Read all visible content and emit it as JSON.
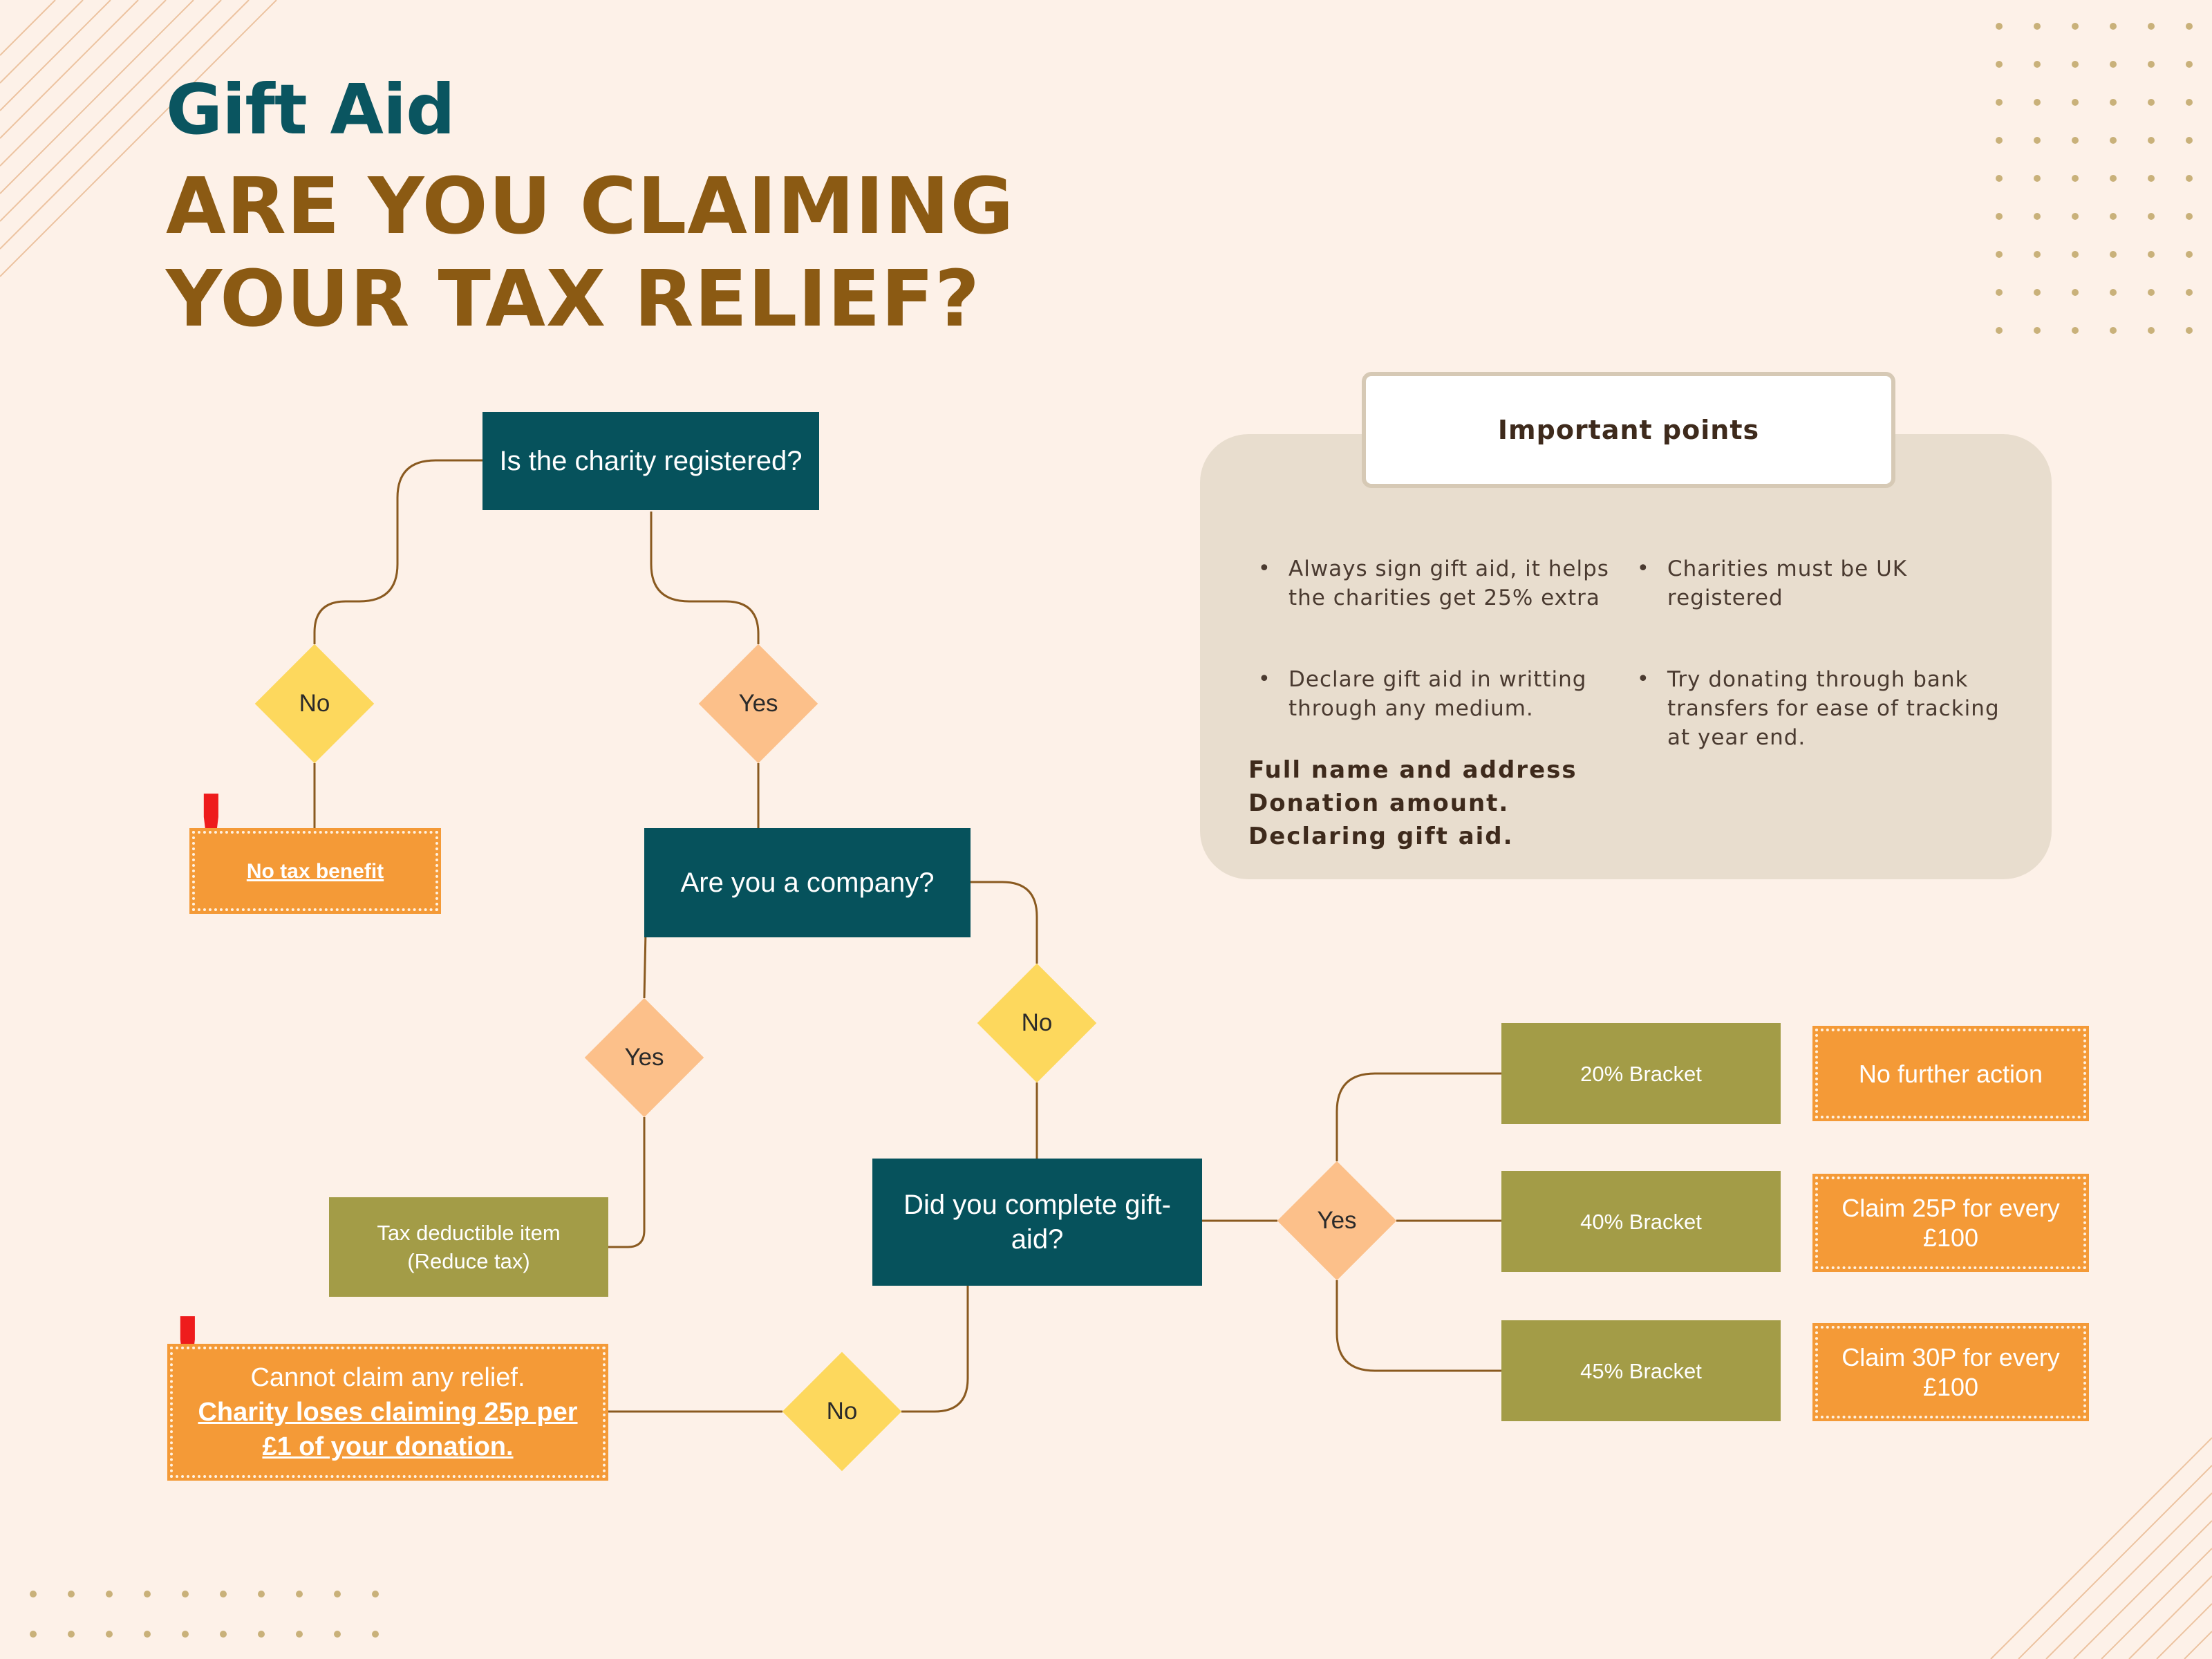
{
  "title": "Gift Aid",
  "subtitle": "ARE YOU CLAIMING YOUR TAX RELIEF?",
  "colors": {
    "background": "#fdf1e8",
    "title": "#0a5560",
    "subtitle": "#8b5a13",
    "question_box": "#06525c",
    "bracket_box": "#a39c47",
    "outcome_box": "#f49a37",
    "no_diamond": "#fdd85d",
    "yes_diamond": "#fcc08a",
    "connector": "#8a5a20",
    "warning": "#ee1c1c",
    "panel": "#e8ddce"
  },
  "flowchart": {
    "q_registered": "Is the charity registered?",
    "d_registered_no": "No",
    "d_registered_yes": "Yes",
    "out_no_benefit": "No tax benefit",
    "q_company": "Are you a company?",
    "d_company_yes": "Yes",
    "d_company_no": "No",
    "out_tax_deductible": "Tax deductible item (Reduce tax)",
    "q_giftaid": "Did you complete gift-aid?",
    "d_giftaid_yes": "Yes",
    "d_giftaid_no": "No",
    "out_no_relief_line1": "Cannot claim any relief.",
    "out_no_relief_line2": "Charity loses claiming 25p per £1 of your donation.",
    "brackets": [
      {
        "label": "20% Bracket",
        "outcome": "No further action"
      },
      {
        "label": "40% Bracket",
        "outcome": "Claim 25P for every £100"
      },
      {
        "label": "45% Bracket",
        "outcome": "Claim 30P for every £100"
      }
    ]
  },
  "important": {
    "title": "Important points",
    "points": [
      "Always sign gift aid, it helps the charities get 25% extra",
      "Charities must be UK registered",
      "Declare gift aid in writting through any medium.",
      "Try donating through bank transfers for ease of tracking at year end."
    ],
    "requirements": [
      "Full name and address",
      "Donation amount.",
      "Declaring gift aid."
    ]
  }
}
